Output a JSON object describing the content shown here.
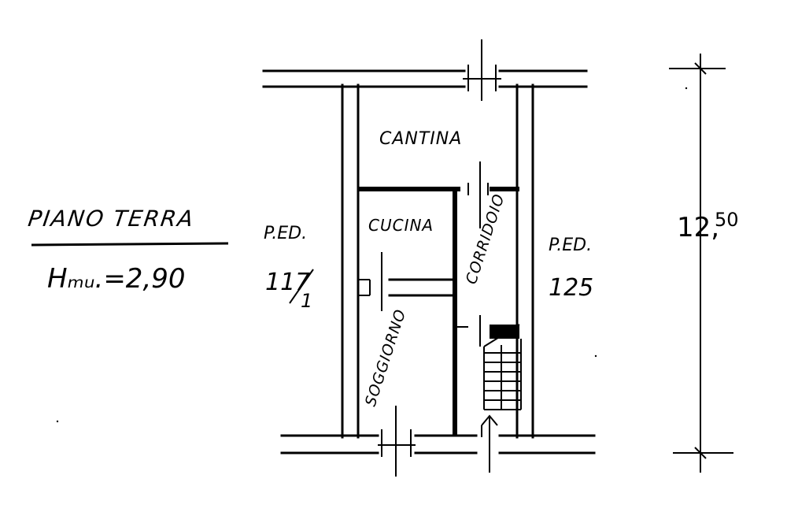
{
  "drawing": {
    "floor_title": "PIANO TERRA",
    "height_label": "Hₘᵤ.=2,90",
    "left_neighbor_label": "P.ED.",
    "left_neighbor_number_a": "117",
    "left_neighbor_number_b": "1",
    "right_neighbor_label": "P.ED.",
    "right_neighbor_number": "125",
    "dimension_main": "12,",
    "dimension_decimal": "50"
  },
  "rooms": {
    "cantina": "CANTINA",
    "cucina": "CUCINA",
    "corridoio": "CORRIDOIO",
    "soggiorno": "SOGGIORNO"
  }
}
